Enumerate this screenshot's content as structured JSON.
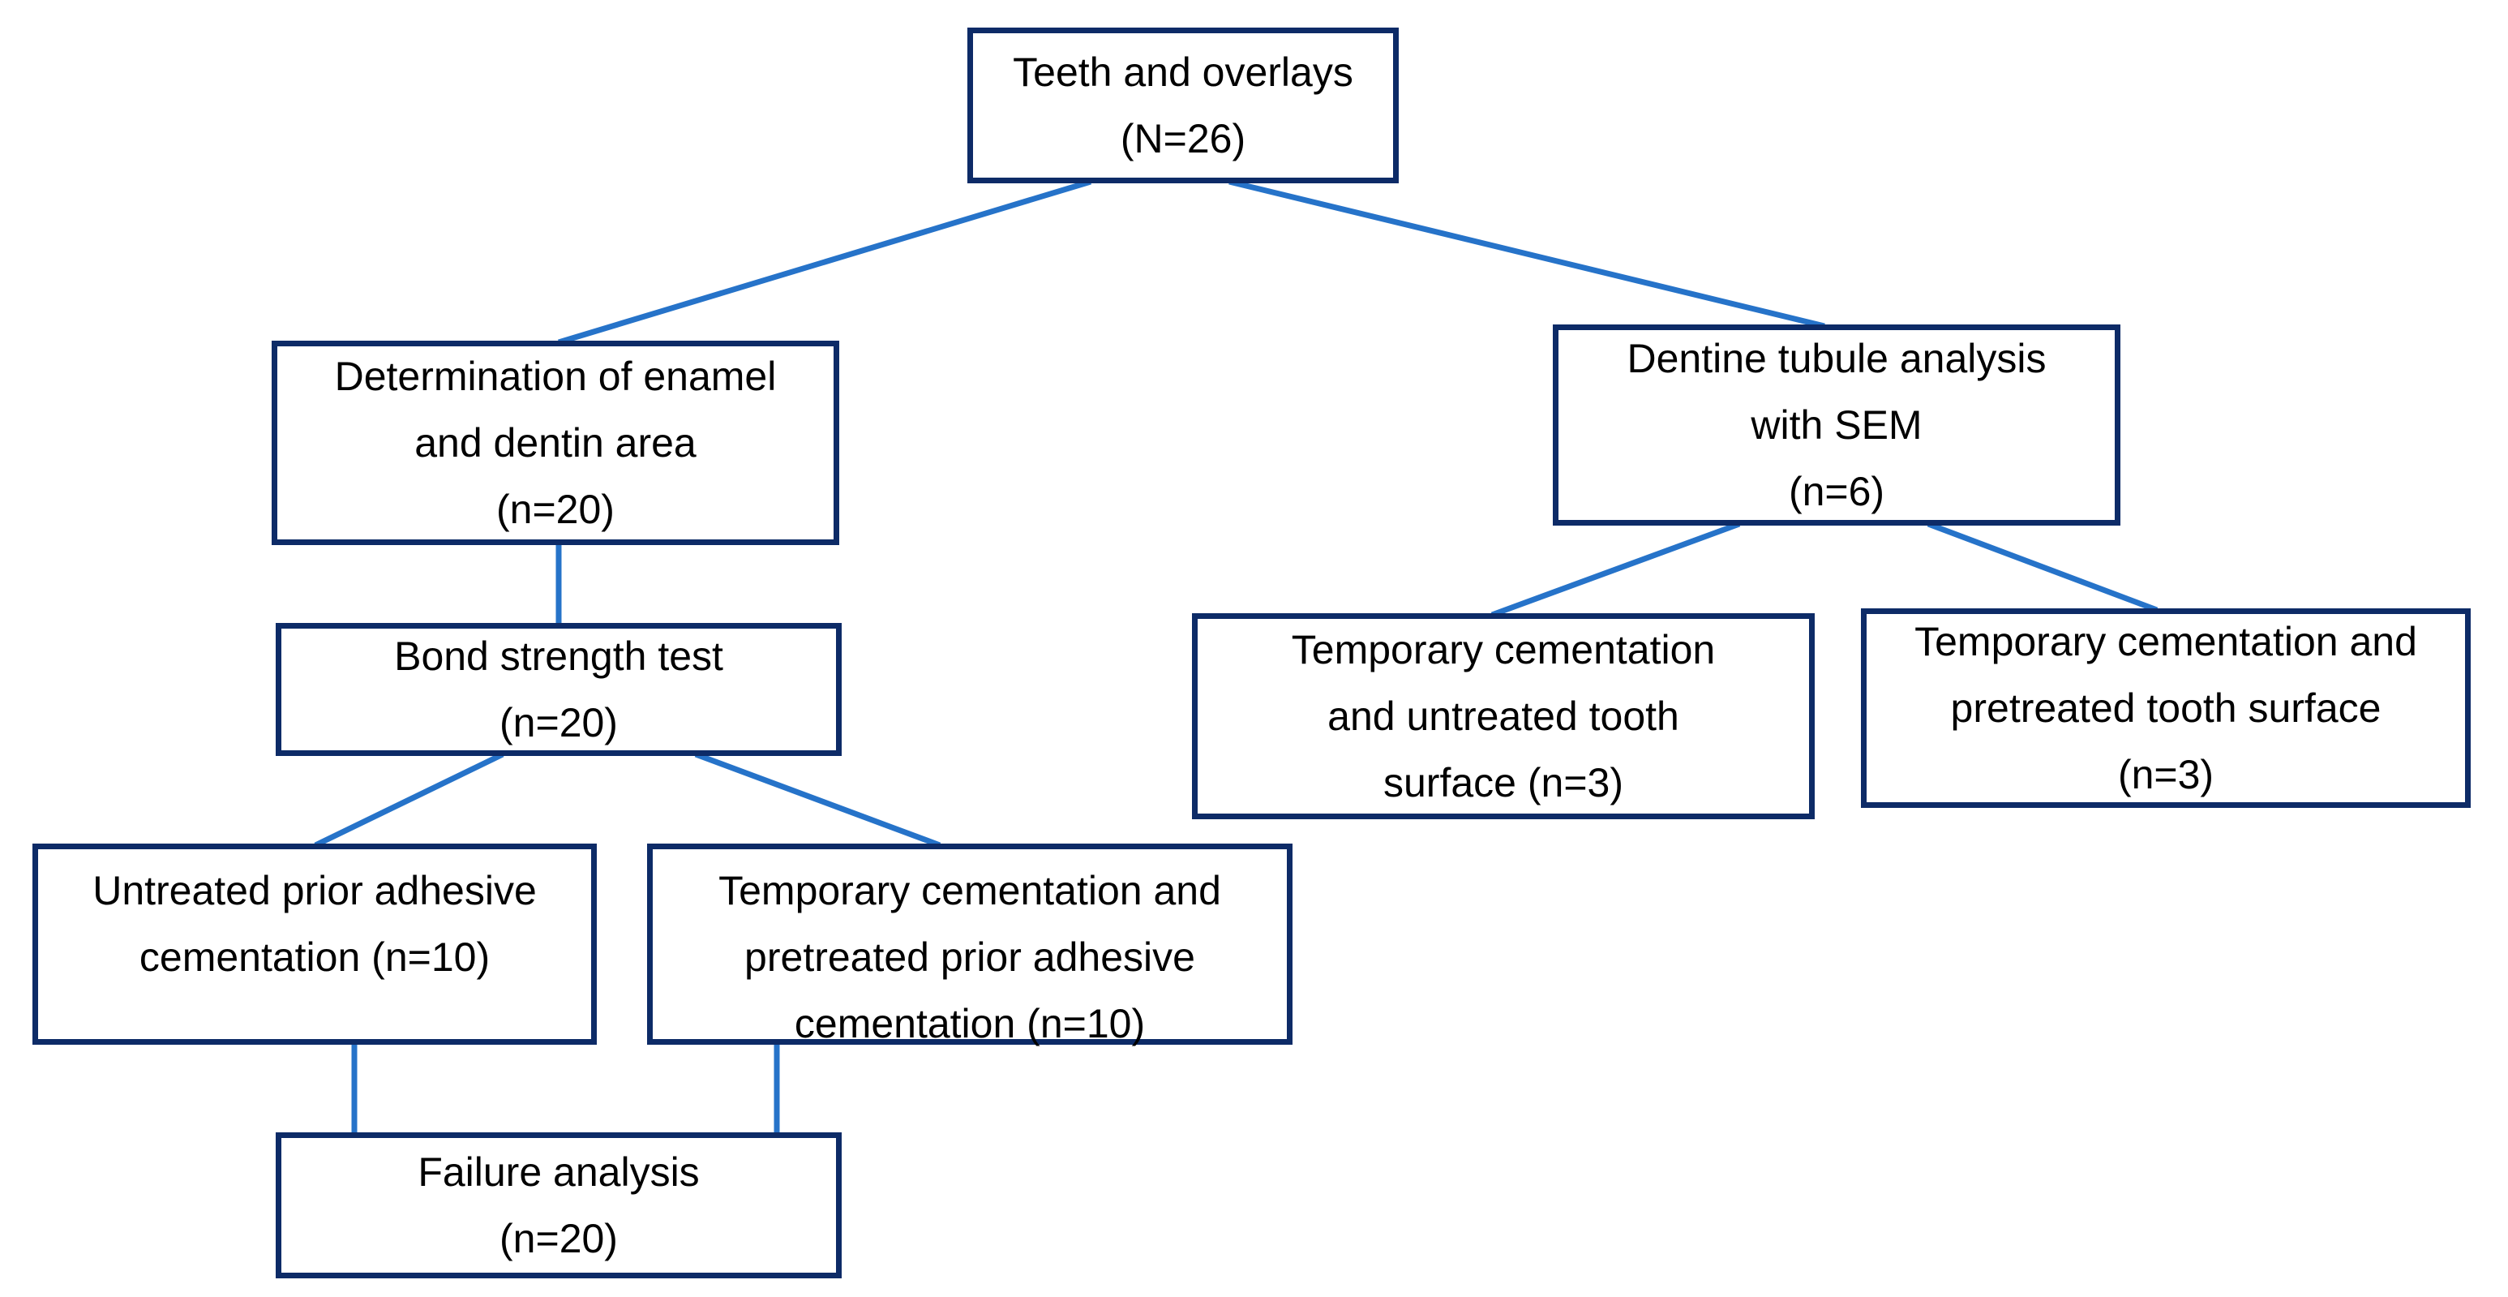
{
  "figure": {
    "type": "flowchart",
    "colors": {
      "background": "#ffffff",
      "box_border": "#0d2b67",
      "connector_line": "#2673c9",
      "text": "#000000"
    },
    "nodes": [
      {
        "id": "teeth-overlays",
        "label": "Teeth and overlays\n(N=26)"
      },
      {
        "id": "determination-area",
        "label": "Determination of enamel\nand dentin area\n(n=20)"
      },
      {
        "id": "dentine-tubule-sem",
        "label": "Dentine tubule analysis\nwith SEM\n(n=6)"
      },
      {
        "id": "bond-strength-test",
        "label": "Bond strength test\n(n=20)"
      },
      {
        "id": "untreated-prior-adhesive",
        "label": "Untreated prior adhesive\ncementation (n=10)"
      },
      {
        "id": "temp-pretreated-adhesive",
        "label": "Temporary cementation and\npretreated prior adhesive\ncementation (n=10)"
      },
      {
        "id": "failure-analysis",
        "label": "Failure analysis\n(n=20)"
      },
      {
        "id": "temp-untreated-tooth",
        "label": "Temporary cementation\nand untreated tooth\nsurface (n=3)"
      },
      {
        "id": "temp-pretreated-tooth",
        "label": "Temporary cementation and\npretreated tooth surface\n(n=3)"
      }
    ],
    "edges": [
      {
        "from": "teeth-overlays",
        "to": "determination-area"
      },
      {
        "from": "teeth-overlays",
        "to": "dentine-tubule-sem"
      },
      {
        "from": "determination-area",
        "to": "bond-strength-test"
      },
      {
        "from": "bond-strength-test",
        "to": "untreated-prior-adhesive"
      },
      {
        "from": "bond-strength-test",
        "to": "temp-pretreated-adhesive"
      },
      {
        "from": "untreated-prior-adhesive",
        "to": "failure-analysis"
      },
      {
        "from": "temp-pretreated-adhesive",
        "to": "failure-analysis"
      },
      {
        "from": "dentine-tubule-sem",
        "to": "temp-untreated-tooth"
      },
      {
        "from": "dentine-tubule-sem",
        "to": "temp-pretreated-tooth"
      }
    ]
  }
}
